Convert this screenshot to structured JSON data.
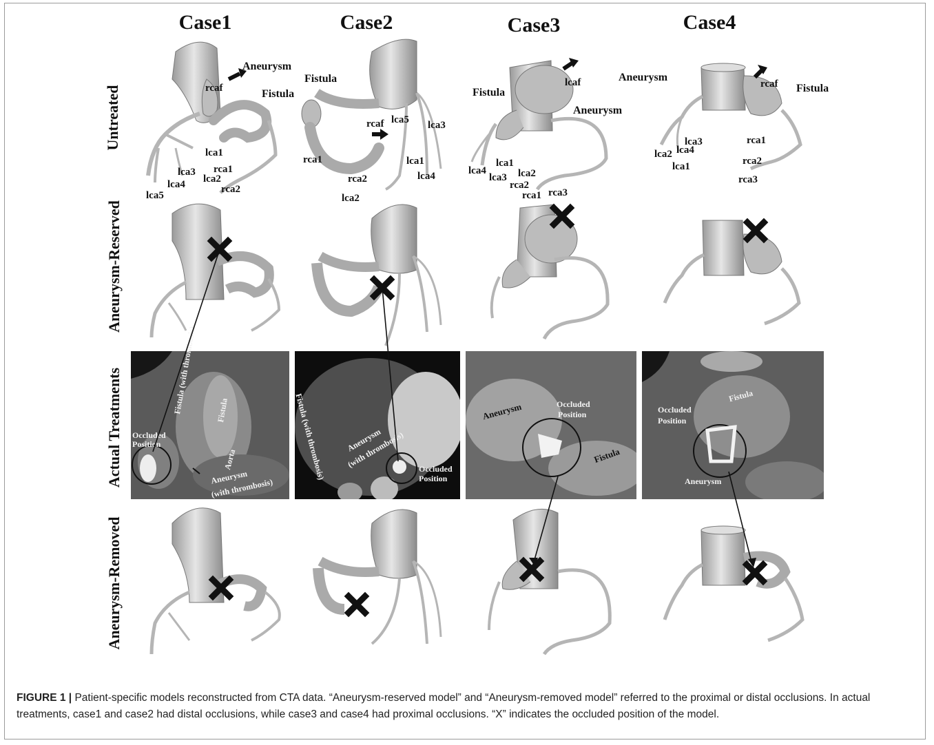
{
  "columns": [
    "Case1",
    "Case2",
    "Case3",
    "Case4"
  ],
  "rows": [
    "Untreated",
    "Aneurysm-Reserved",
    "Actual Treatments",
    "Aneurysm-Removed"
  ],
  "labels": {
    "case1": {
      "aneurysm": "Aneurysm",
      "rcaf": "rcaf",
      "fistula": "Fistula",
      "lca1": "lca1",
      "lca3": "lca3",
      "rca1": "rca1",
      "lca2": "lca2",
      "lca4": "lca4",
      "rca2": "rca2",
      "lca5": "lca5"
    },
    "case2": {
      "fistula": "Fistula",
      "rcaf": "rcaf",
      "lca5": "lca5",
      "lca3": "lca3",
      "rca1": "rca1",
      "lca1": "lca1",
      "lca4": "lca4",
      "rca2": "rca2",
      "lca2": "lca2"
    },
    "case3": {
      "lcaf": "lcaf",
      "fistula": "Fistula",
      "aneurysm": "Aneurysm",
      "lca1": "lca1",
      "lca4": "lca4",
      "lca3": "lca3",
      "lca2": "lca2",
      "rca2": "rca2",
      "rca1": "rca1",
      "rca3": "rca3"
    },
    "case4": {
      "aneurysm": "Aneurysm",
      "rcaf": "rcaf",
      "fistula": "Fistula",
      "lca3": "lca3",
      "lca4": "lca4",
      "lca2": "lca2",
      "lca1": "lca1",
      "rca1": "rca1",
      "rca2": "rca2",
      "rca3": "rca3"
    }
  },
  "ct_labels": {
    "case1": {
      "occluded": "Occluded",
      "position": "Position",
      "fistula_thrombosis_1": "Fistula",
      "fistula_thrombosis_2": "(with thrombosis)",
      "fistula": "Fistula",
      "aorta": "Aorta",
      "aneurysm_1": "Aneurysm",
      "aneurysm_2": "(with thrombosis)"
    },
    "case2": {
      "fistula_1": "Fistula",
      "fistula_2": "(with thrombosis)",
      "aneurysm_1": "Aneurysm",
      "aneurysm_2": "(with thrombosis)",
      "occluded": "Occluded",
      "position": "Position"
    },
    "case3": {
      "aneurysm": "Aneurysm",
      "occluded": "Occluded",
      "position": "Position",
      "fistula": "Fistula"
    },
    "case4": {
      "occluded": "Occluded",
      "position": "Position",
      "fistula": "Fistula",
      "aneurysm": "Aneurysm"
    }
  },
  "caption": {
    "label": "FIGURE 1 |",
    "text": " Patient-specific models reconstructed from CTA data. “Aneurysm-reserved model” and “Aneurysm-removed model” referred to the proximal or distal occlusions. In actual treatments, case1 and case2 had distal occlusions, while case3 and case4 had proximal occlusions. “X” indicates the occluded position of the model."
  },
  "colors": {
    "model": "#c8c8c8",
    "text": "#111111",
    "ct_bg": "#2b2b2b"
  }
}
